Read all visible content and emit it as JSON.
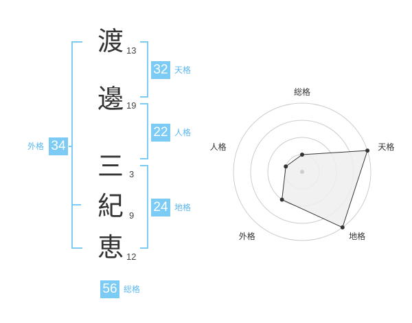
{
  "name": {
    "chars": [
      {
        "char": "渡",
        "strokes": "13"
      },
      {
        "char": "邊",
        "strokes": "19"
      },
      {
        "char": "三",
        "strokes": "3"
      },
      {
        "char": "紀",
        "strokes": "9"
      },
      {
        "char": "恵",
        "strokes": "12"
      }
    ]
  },
  "kaku": {
    "tenkaku": {
      "value": "32",
      "label": "天格"
    },
    "jinkaku": {
      "value": "22",
      "label": "人格"
    },
    "chikaku": {
      "value": "24",
      "label": "地格"
    },
    "gaikaku": {
      "value": "34",
      "label": "外格"
    },
    "soukaku": {
      "value": "56",
      "label": "総格"
    }
  },
  "colors": {
    "accent": "#7ccbf5",
    "accent_text": "#5cb8ee",
    "polygon_fill": "#efefef"
  },
  "chart_data": {
    "type": "radar",
    "axes": [
      "総格",
      "天格",
      "地格",
      "外格",
      "人格"
    ],
    "levels": 4,
    "values": [
      1,
      4,
      4,
      2,
      1
    ]
  }
}
